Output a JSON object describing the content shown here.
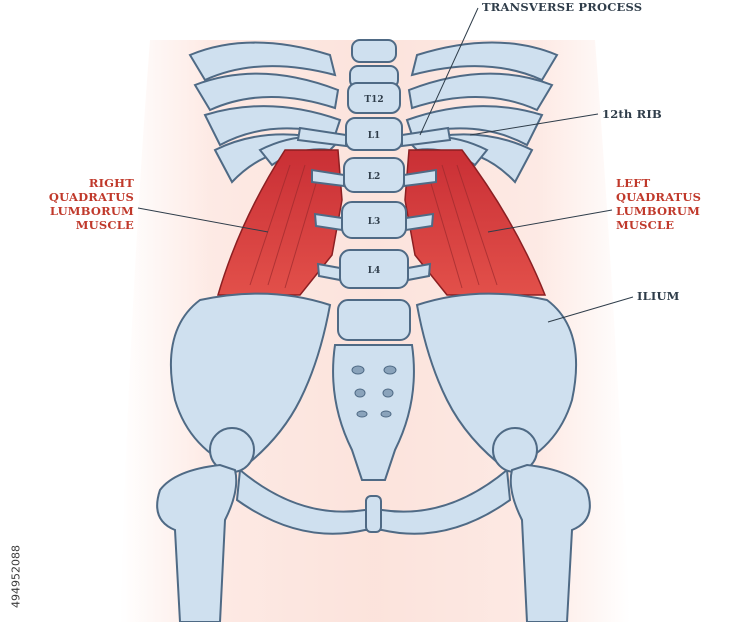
{
  "labels": {
    "transverse_process": "TRANSVERSE PROCESS",
    "rib_12": "12th RIB",
    "right_qlm": [
      "RIGHT",
      "QUADRATUS",
      "LUMBORUM",
      "MUSCLE"
    ],
    "left_qlm": [
      "LEFT",
      "QUADRATUS",
      "LUMBORUM",
      "MUSCLE"
    ],
    "ilium": "ILIUM"
  },
  "vertebrae": [
    "T12",
    "L1",
    "L2",
    "L3",
    "L4"
  ],
  "stock_id": "494952088",
  "colors": {
    "bone_fill": "#cfe0ef",
    "bone_stroke": "#4f6a85",
    "muscle": "#d63a3a",
    "label_red": "#c0392b",
    "label_dark": "#2f3d4a",
    "body_shadow": "#fbe3dd"
  }
}
